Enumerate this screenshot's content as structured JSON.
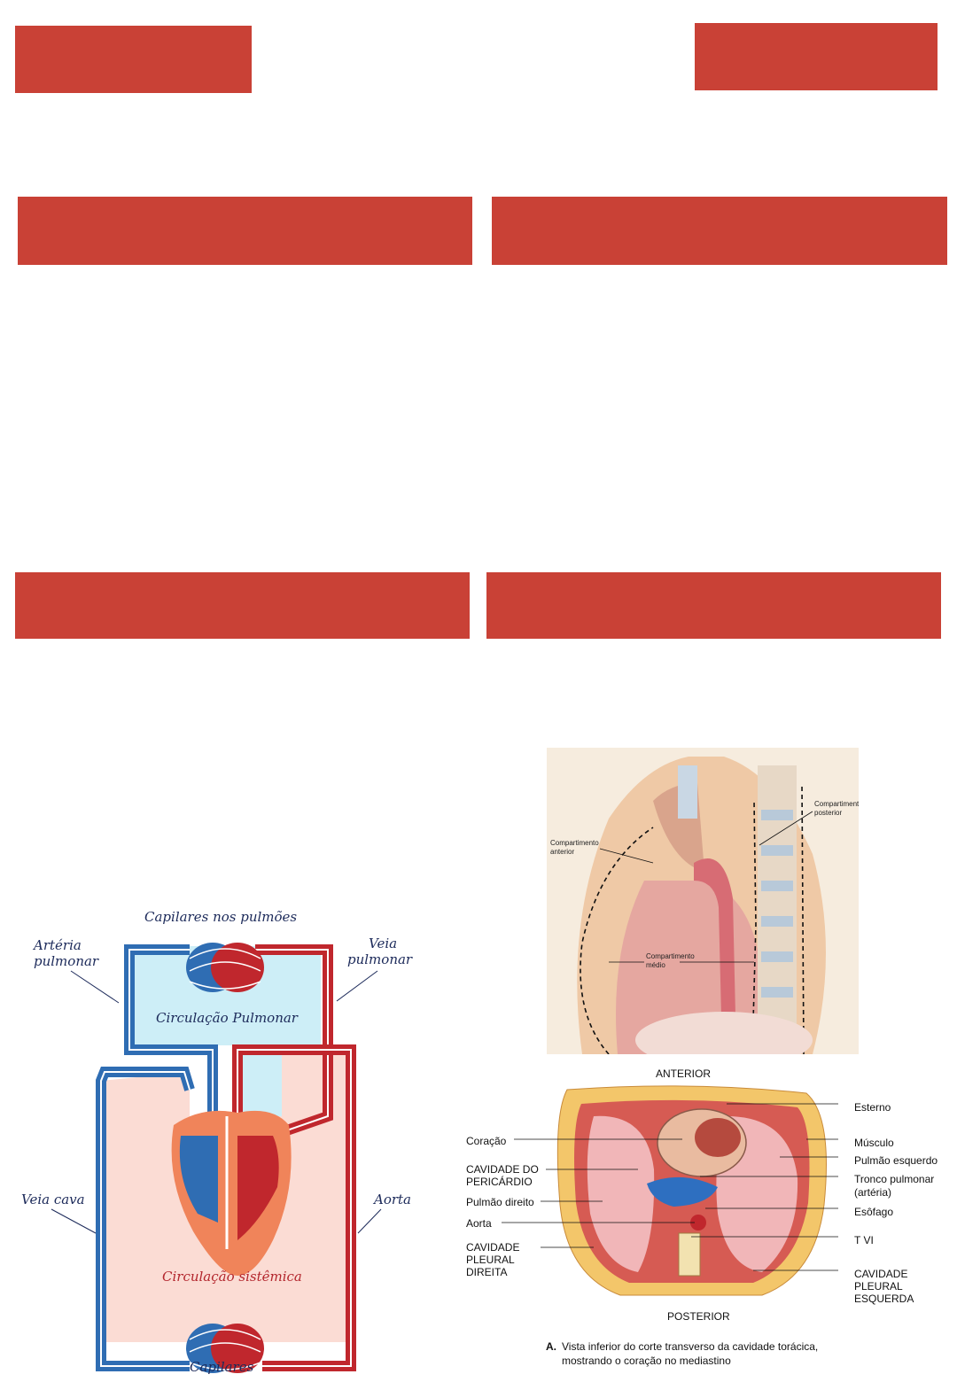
{
  "colors": {
    "banner": "#c94136",
    "oxygen_poor": "#2f6db3",
    "oxygen_rich": "#c0272d",
    "pulmonary_bg": "#cdeef7",
    "systemic_bg": "#fbdcd4"
  },
  "circulation_diagram": {
    "capillaries_lungs": "Capilares nos pulmões",
    "pulmonary_artery_1": "Artéria",
    "pulmonary_artery_2": "pulmonar",
    "pulmonary_vein_1": "Veia",
    "pulmonary_vein_2": "pulmonar",
    "pulmonary_circulation": "Circulação Pulmonar",
    "vena_cava": "Veia cava",
    "aorta": "Aorta",
    "systemic_circulation": "Circulação sistêmica",
    "capillaries": "Capilares"
  },
  "mediastinum_lateral": {
    "anterior_1": "Compartimento",
    "anterior_2": "anterior",
    "posterior_1": "Compartimento",
    "posterior_2": "posterior",
    "middle_1": "Compartimento",
    "middle_2": "médio"
  },
  "cross_section": {
    "anterior": "ANTERIOR",
    "posterior": "POSTERIOR",
    "sternum": "Esterno",
    "muscle": "Músculo",
    "left_lung": "Pulmão esquerdo",
    "pulmonary_trunk_1": "Tronco pulmonar",
    "pulmonary_trunk_2": "(artéria)",
    "esophagus": "Esôfago",
    "t6": "T VI",
    "left_pleural_1": "CAVIDADE",
    "left_pleural_2": "PLEURAL",
    "left_pleural_3": "ESQUERDA",
    "heart": "Coração",
    "pericardial_1": "CAVIDADE DO",
    "pericardial_2": "PERICÁRDIO",
    "right_lung": "Pulmão direito",
    "aorta": "Aorta",
    "right_pleural_1": "CAVIDADE",
    "right_pleural_2": "PLEURAL",
    "right_pleural_3": "DIREITA",
    "caption_letter": "A.",
    "caption_1": "Vista inferior do corte transverso da cavidade torácica,",
    "caption_2": "mostrando o coração no mediastino"
  }
}
